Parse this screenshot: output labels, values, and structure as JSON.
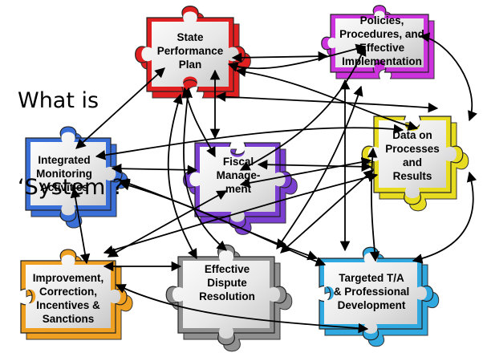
{
  "title": {
    "line1": "What is",
    "line2": "‘System ?’"
  },
  "pieces": {
    "spp": {
      "lines": [
        "State",
        "Performance",
        "Plan"
      ],
      "color": "#e02020"
    },
    "policies": {
      "lines": [
        "Policies,",
        "Procedures, and",
        "Effective",
        "Implementation"
      ],
      "color": "#cc33dd"
    },
    "data": {
      "lines": [
        "Data on",
        "Processes",
        "and",
        "Results"
      ],
      "color": "#e8dc20"
    },
    "monitoring": {
      "lines": [
        "Integrated",
        "Monitoring",
        "Activities"
      ],
      "color": "#3a6fd8"
    },
    "fiscal": {
      "lines": [
        "Fiscal",
        "Manage-",
        "ment"
      ],
      "color": "#7a3fd0"
    },
    "improvement": {
      "lines": [
        "Improvement,",
        "Correction,",
        "Incentives &",
        "Sanctions"
      ],
      "color": "#f0a020"
    },
    "dispute": {
      "lines": [
        "Effective",
        "Dispute",
        "Resolution"
      ],
      "color": "#909090"
    },
    "ta": {
      "lines": [
        "Targeted T/A",
        "& Professional",
        "Development"
      ],
      "color": "#30a8e0"
    }
  }
}
